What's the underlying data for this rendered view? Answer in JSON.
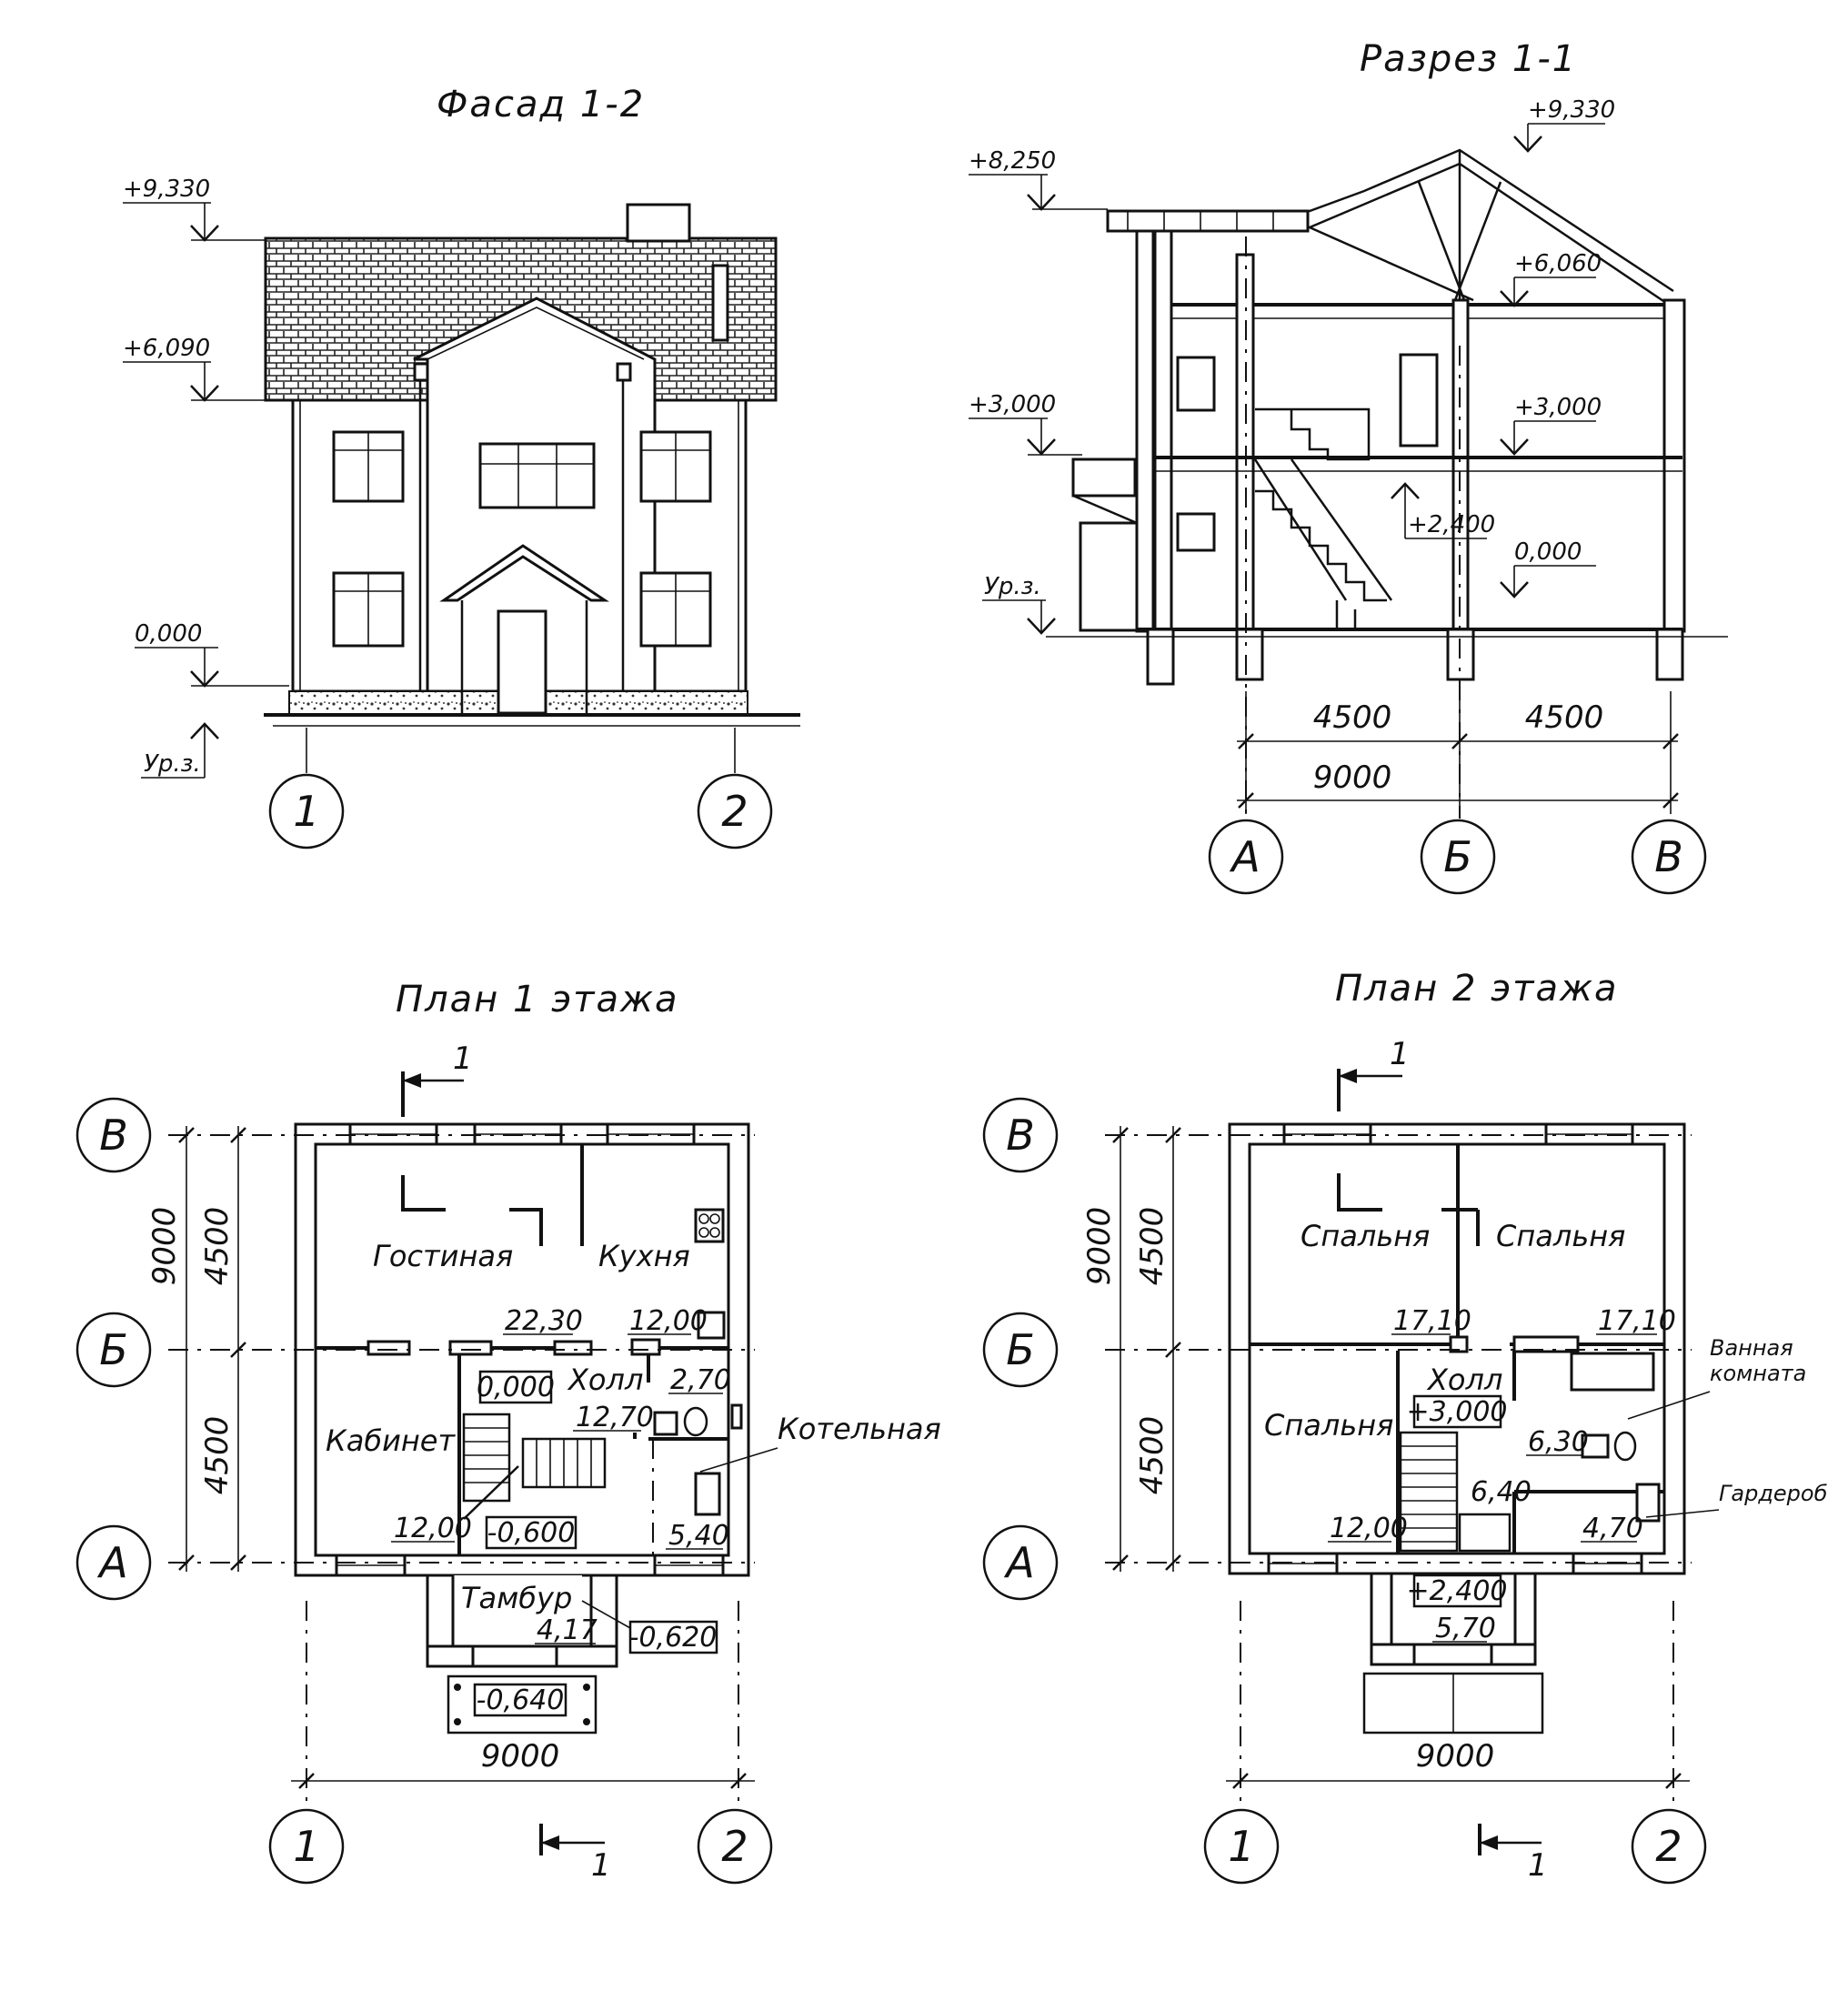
{
  "facade": {
    "title": "Фасад 1-2",
    "levels": [
      "+9,330",
      "+6,090",
      "0,000",
      "Ур.з."
    ],
    "axes": [
      "1",
      "2"
    ]
  },
  "section": {
    "title": "Разрез 1-1",
    "levels": [
      "+8,250",
      "+9,330",
      "+6,060",
      "+3,000",
      "+3,000",
      "+2,400",
      "0,000",
      "Ур.з."
    ],
    "dims": [
      "4500",
      "4500",
      "9000"
    ],
    "axes": [
      "А",
      "Б",
      "В"
    ]
  },
  "plan1": {
    "title": "План 1 этажа",
    "section_mark": "1",
    "axes_rows": [
      "В",
      "Б",
      "А"
    ],
    "axes_cols": [
      "1",
      "2"
    ],
    "dims_vertical": [
      "9000",
      "4500",
      "4500"
    ],
    "dim_bottom": "9000",
    "rooms": {
      "living": "Гостиная",
      "kitchen": "Кухня",
      "hall": "Холл",
      "office": "Кабинет",
      "boiler": "Котельная",
      "vestibule": "Тамбур"
    },
    "areas": {
      "living": "22,30",
      "kitchen": "12,00",
      "wc": "2,70",
      "hall": "12,70",
      "office": "12,00",
      "boiler": "5,40",
      "vestibule": "4,17"
    },
    "levels": [
      "0,000",
      "-0,600",
      "-0,620",
      "-0,640"
    ]
  },
  "plan2": {
    "title": "План 2 этажа",
    "section_mark": "1",
    "axes_rows": [
      "В",
      "Б",
      "А"
    ],
    "axes_cols": [
      "1",
      "2"
    ],
    "dims_vertical": [
      "9000",
      "4500",
      "4500"
    ],
    "dim_bottom": "9000",
    "rooms": {
      "bedroom_tl": "Спальня",
      "bedroom_tr": "Спальня",
      "bedroom_bl": "Спальня",
      "hall": "Холл",
      "bathroom_line1": "Ванная",
      "bathroom_line2": "комната",
      "wardrobe": "Гардероб"
    },
    "areas": {
      "bedroom_tl": "17,10",
      "bedroom_tr": "17,10",
      "bathroom": "6,30",
      "bedroom_bl": "12,00",
      "hall": "6,40",
      "wardrobe": "4,70",
      "landing": "5,70"
    },
    "levels": [
      "+3,000",
      "+2,400"
    ]
  }
}
